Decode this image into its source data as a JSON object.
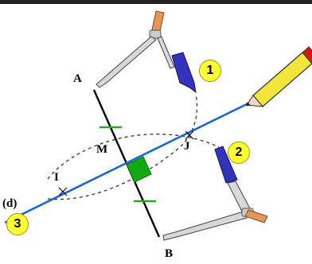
{
  "points": {
    "A": "A",
    "B": "B",
    "M": "M",
    "I": "I",
    "J": "J"
  },
  "line_label": "(d)",
  "steps": [
    "1",
    "2",
    "3"
  ],
  "colors": {
    "segment": "#000000",
    "bisector": "#1a66cc",
    "arcs": "#333333",
    "tick_marks": "#22aa22",
    "right_angle": "#11aa11",
    "badge": "#ffff33",
    "pencil_body": "#f2e63a",
    "pencil_cap": "#dd1111",
    "compass_handle": "#e8955a",
    "compass_grip": "#3333bb",
    "top_border": "#222222"
  },
  "icons": [
    "compass-icon",
    "compass-icon",
    "pencil-icon"
  ]
}
